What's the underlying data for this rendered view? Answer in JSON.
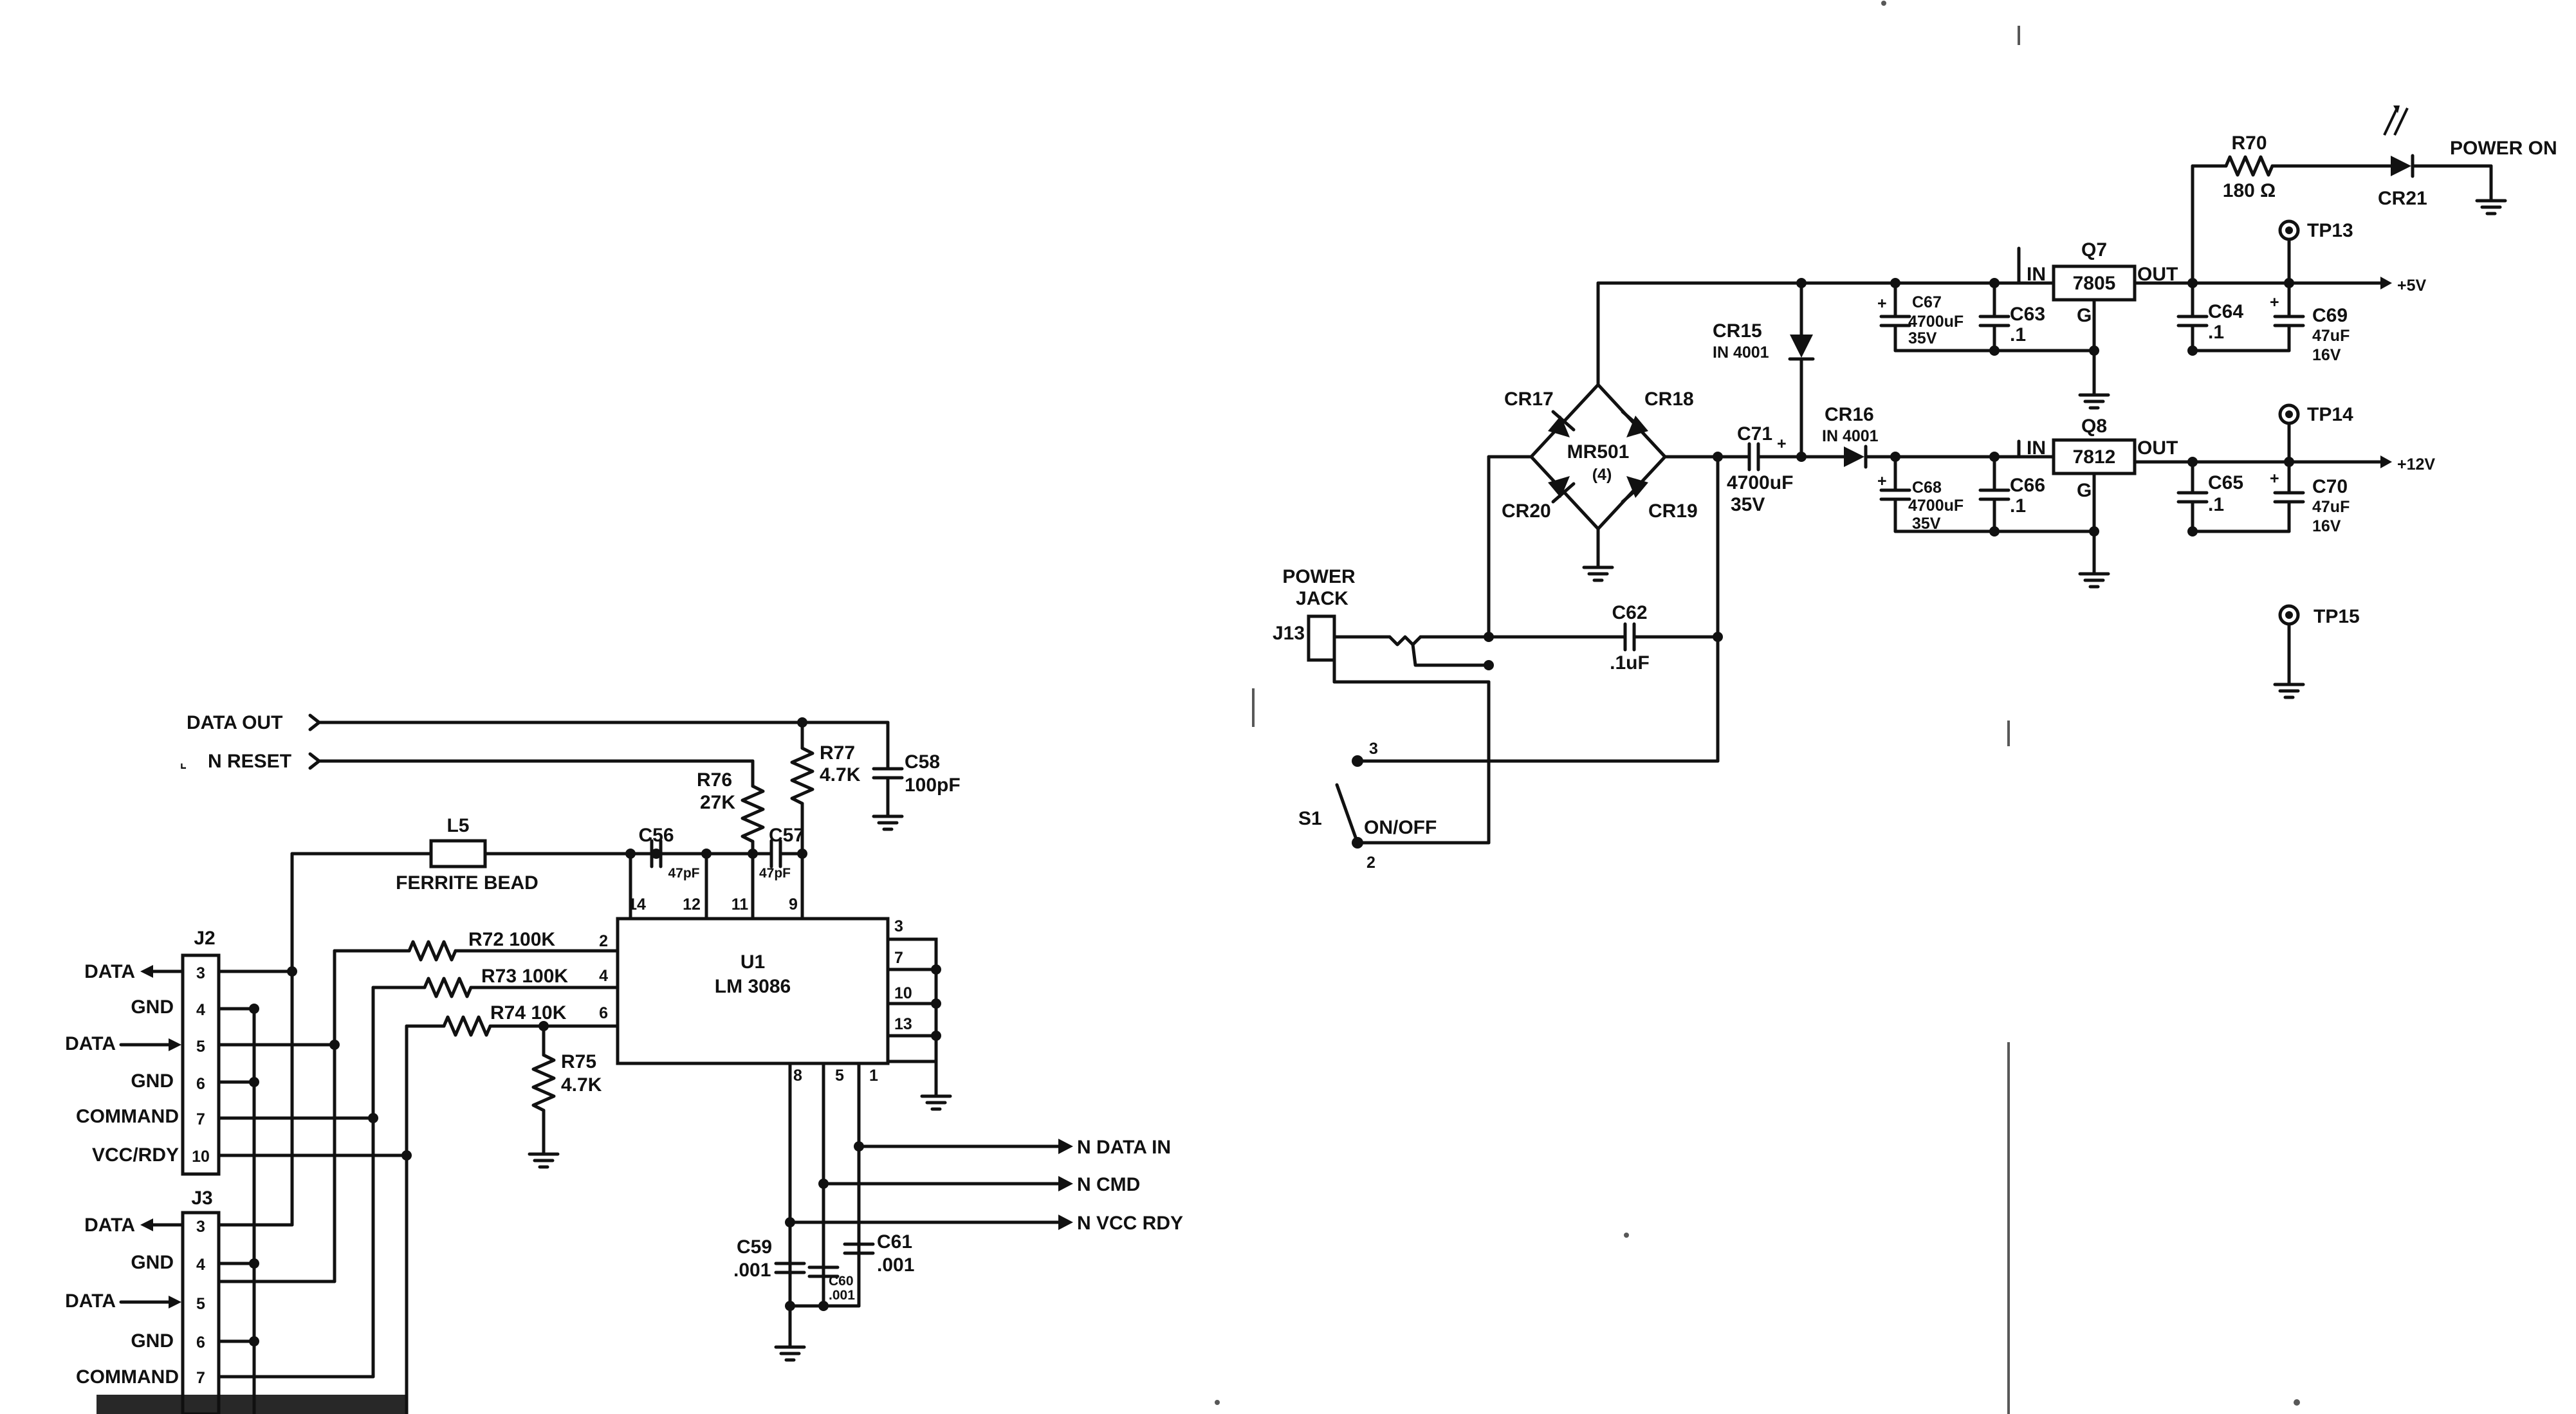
{
  "signals": {
    "data_out": "DATA OUT",
    "n_reset": "N RESET",
    "n_data_in": "N DATA IN",
    "n_cmd": "N CMD",
    "n_vcc_rdy": "N VCC RDY",
    "plus5v": "+5V",
    "plus12v": "+12V",
    "power_on": "POWER ON"
  },
  "connectors": {
    "j32": {
      "name": "J2",
      "pins": [
        {
          "label": "DATA",
          "pin": "3"
        },
        {
          "label": "GND",
          "pin": "4"
        },
        {
          "label": "DATA",
          "pin": "5"
        },
        {
          "label": "GND",
          "pin": "6"
        },
        {
          "label": "COMMAND",
          "pin": "7"
        },
        {
          "label": "VCC/RDY",
          "pin": "10"
        }
      ]
    },
    "j33": {
      "name": "J3",
      "pins": [
        {
          "label": "DATA",
          "pin": "3"
        },
        {
          "label": "GND",
          "pin": "4"
        },
        {
          "label": "DATA",
          "pin": "5"
        },
        {
          "label": "GND",
          "pin": "6"
        },
        {
          "label": "COMMAND",
          "pin": "7"
        }
      ]
    },
    "j13": {
      "name": "J13",
      "label1": "POWER",
      "label2": "JACK"
    }
  },
  "ic": {
    "name": "U1",
    "part": "LM 3086",
    "pins_top": [
      "14",
      "12",
      "11",
      "9"
    ],
    "pins_left": [
      "2",
      "4",
      "6"
    ],
    "pins_right": [
      "3",
      "7",
      "10",
      "13"
    ],
    "pins_bottom": [
      "8",
      "5",
      "1"
    ]
  },
  "resistors": {
    "r72": "R72 100K",
    "r73": "R73 100K",
    "r74": "R74 10K",
    "r75_name": "R75",
    "r75_val": "4.7K",
    "r76_name": "R76",
    "r76_val": "27K",
    "r77_name": "R77",
    "r77_val": "4.7K",
    "r70_name": "R70",
    "r70_val": "180 Ω"
  },
  "inductor": {
    "name": "L5",
    "desc": "FERRITE BEAD"
  },
  "capacitors": {
    "c56_name": "C56",
    "c56_val": "47pF",
    "c57_name": "C57",
    "c57_val": "47pF",
    "c58_name": "C58",
    "c58_val": "100pF",
    "c59_name": "C59",
    "c59_val": ".001",
    "c60_name": "C60",
    "c60_val": ".001",
    "c61_name": "C61",
    "c61_val": ".001",
    "c62_name": "C62",
    "c62_val": ".1uF",
    "c63_name": "C63",
    "c63_val": ".1",
    "c64_name": "C64",
    "c64_val": ".1",
    "c65_name": "C65",
    "c65_val": ".1",
    "c66_name": "C66",
    "c66_val": ".1",
    "c67_name": "C67",
    "c67_val1": "4700uF",
    "c67_val2": "35V",
    "c68_name": "C68",
    "c68_val1": "4700uF",
    "c68_val2": "35V",
    "c69_name": "C69",
    "c69_val1": "47uF",
    "c69_val2": "16V",
    "c70_name": "C70",
    "c70_val1": "47uF",
    "c70_val2": "16V",
    "c71_name": "C71",
    "c71_val1": "4700uF",
    "c71_val2": "35V"
  },
  "diodes": {
    "cr15_name": "CR15",
    "cr15_part": "IN 4001",
    "cr16_name": "CR16",
    "cr16_part": "IN 4001",
    "cr17": "CR17",
    "cr18": "CR18",
    "cr19": "CR19",
    "cr20": "CR20",
    "cr21": "CR21",
    "bridge_name": "MR501",
    "bridge_sub": "(4)"
  },
  "regulators": {
    "q7_name": "Q7",
    "q7_part": "7805",
    "q8_name": "Q8",
    "q8_part": "7812",
    "in": "IN",
    "out": "OUT",
    "g": "G"
  },
  "testpoints": {
    "tp13": "TP13",
    "tp14": "TP14",
    "tp15": "TP15"
  },
  "switch": {
    "name": "S1",
    "label": "ON/OFF",
    "pin_a": "3",
    "pin_b": "2"
  }
}
